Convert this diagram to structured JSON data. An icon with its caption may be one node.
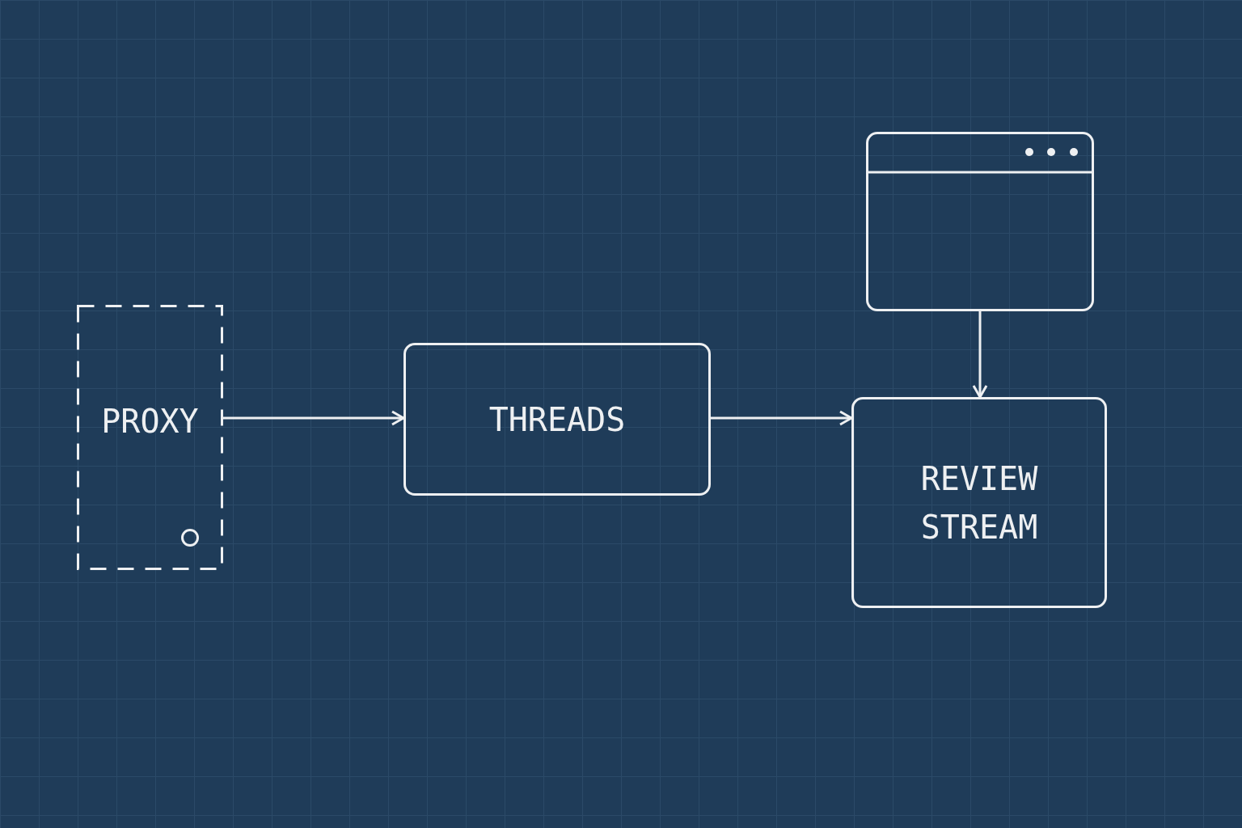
{
  "diagram": {
    "nodes": [
      {
        "text": [
          "PROXY"
        ]
      },
      {
        "text": [
          "THREADS"
        ]
      },
      {
        "text": [],
        "shape": "box"
      },
      {
        "text": [
          "REVIEW STREAM"
        ]
      }
    ],
    "edges": [
      {
        "from": 0,
        "to": 1,
        "arrow": "to"
      },
      {
        "from": 1,
        "to": 3,
        "arrow": "to"
      },
      {
        "from": 2,
        "to": 3,
        "arrow": "to"
      }
    ]
  }
}
